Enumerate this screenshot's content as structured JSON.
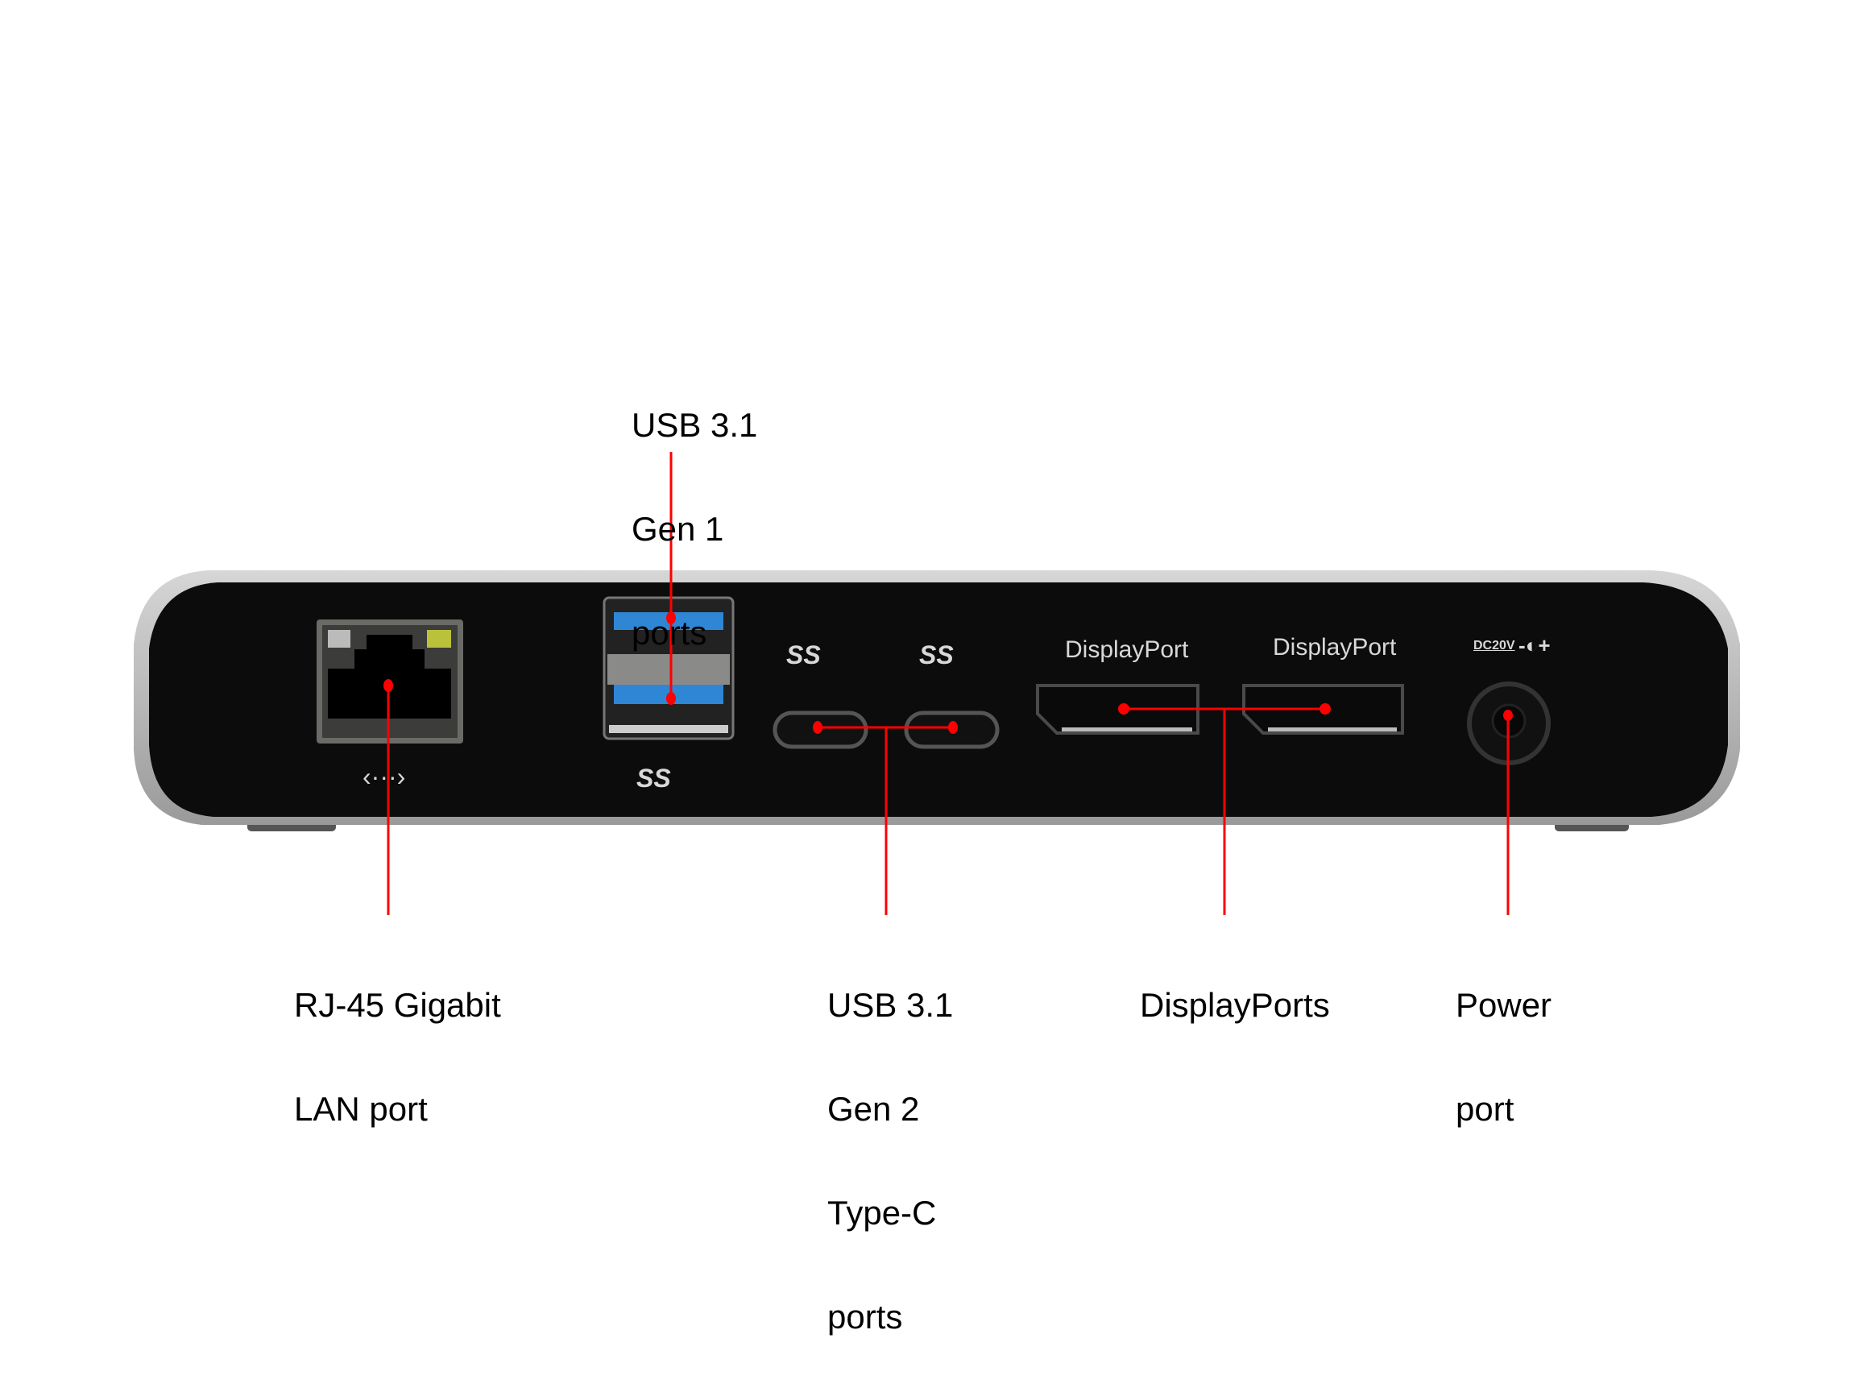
{
  "callouts": {
    "usb_a": {
      "lines": [
        "USB 3.1",
        "Gen 1",
        "ports"
      ]
    },
    "rj45": {
      "lines": [
        "RJ-45 Gigabit",
        "LAN port"
      ]
    },
    "usb_c": {
      "lines": [
        "USB 3.1",
        "Gen 2",
        "Type-C",
        "ports"
      ]
    },
    "displayports": {
      "lines": [
        "DisplayPorts"
      ]
    },
    "power": {
      "lines": [
        "Power",
        "port"
      ]
    }
  },
  "device": {
    "dp1_label": "DisplayPort",
    "dp2_label": "DisplayPort",
    "dc_label": "DC20V",
    "polarity": "-◐+",
    "ss_label": "SS",
    "lan_symbol": "‹···›"
  },
  "colors": {
    "callout_line": "#ff0000",
    "usb_blue": "#2f86d4",
    "body": "#0c0c0c",
    "shell": "#b8b8b8"
  }
}
